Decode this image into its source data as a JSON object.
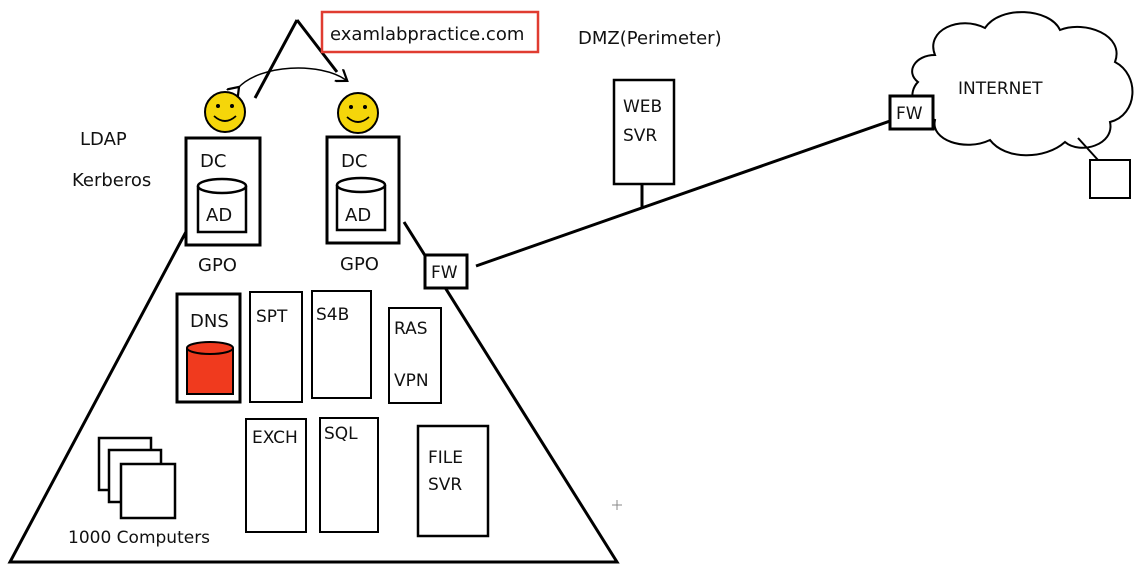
{
  "site_label": "examlabpractice.com",
  "zones": {
    "dmz": "DMZ(Perimeter)",
    "internet": "INTERNET"
  },
  "protocols": {
    "ldap": "LDAP",
    "kerberos": "Kerberos"
  },
  "domain_controllers": [
    {
      "title": "DC",
      "store": "AD",
      "policy": "GPO"
    },
    {
      "title": "DC",
      "store": "AD",
      "policy": "GPO"
    }
  ],
  "servers": {
    "dns": "DNS",
    "spt": "SPT",
    "s4b": "S4B",
    "ras": "RAS",
    "vpn": "VPN",
    "exch": "EXCH",
    "sql": "SQL",
    "file_line1": "FILE",
    "file_line2": "SVR",
    "web_line1": "WEB",
    "web_line2": "SVR"
  },
  "firewalls": {
    "inner": "FW",
    "outer": "FW"
  },
  "computers": "1000 Computers",
  "colors": {
    "line": "#000000",
    "site_label_border": "#e03c31",
    "smiley_face": "#f5d60a",
    "dns_db": "#f03a1e"
  }
}
